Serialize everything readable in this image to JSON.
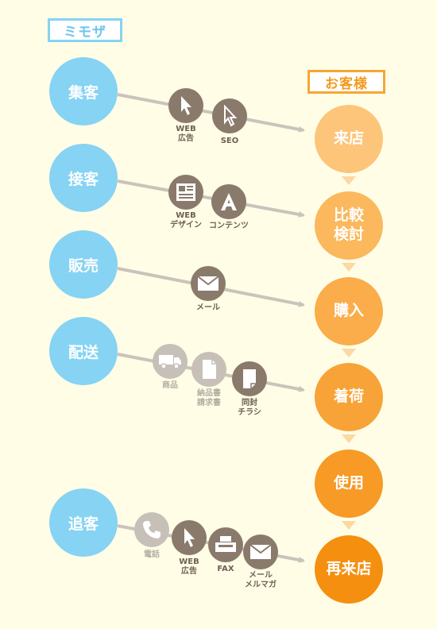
{
  "headers": {
    "left": "ミモザ",
    "right": "お客様"
  },
  "left_stages": [
    "集客",
    "接客",
    "販売",
    "配送",
    "追客"
  ],
  "right_stages": [
    "来店",
    "比較\n検討",
    "購入",
    "着荷",
    "使用",
    "再来店"
  ],
  "icons": {
    "web_ad_1": "WEB\n広告",
    "seo": "SEO",
    "web_design": "WEB\nデザイン",
    "contents": "コンテンツ",
    "mail_1": "メール",
    "product": "商品",
    "invoice": "納品書\n請求書",
    "flyer": "同封\nチラシ",
    "phone": "電話",
    "web_ad_2": "WEB\n広告",
    "fax": "FAX",
    "mail_2": "メール\nメルマガ"
  },
  "colors": {
    "left_circle": "#86d3f3",
    "right_gradient": [
      "#fcc57a",
      "#fbb85c",
      "#faad4a",
      "#f8a338",
      "#f79a26",
      "#f58f0f"
    ],
    "icon_active": "#8a7a6c",
    "icon_inactive": "#c7c0b8"
  },
  "icon_names": [
    "cursor-icon",
    "cursor-outline-icon",
    "layout-icon",
    "letter-a-icon",
    "envelope-icon",
    "truck-icon",
    "document-icon",
    "flyer-icon",
    "phone-icon",
    "fax-icon"
  ]
}
